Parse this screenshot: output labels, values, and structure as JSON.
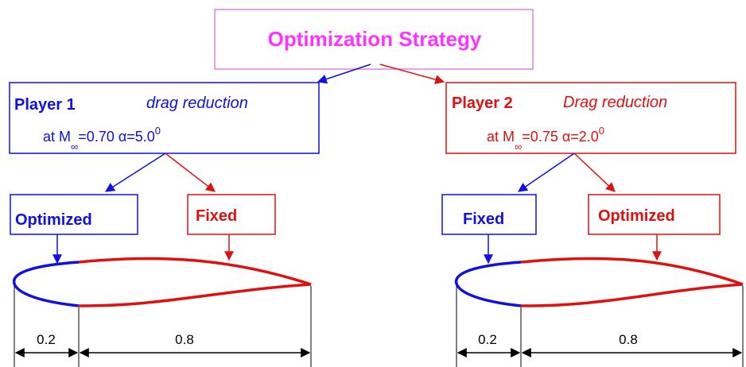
{
  "title": "Optimization Strategy",
  "colors": {
    "blue": "#1010e0",
    "red": "#e01010",
    "magenta": "#ff33ff",
    "box_border_title": "#e080e0",
    "black": "#000000"
  },
  "player1": {
    "name": "Player 1",
    "goal": "drag reduction",
    "cond_prefix": "at M",
    "cond_sub": "∞",
    "cond_value": "=0.70 α=5.0",
    "cond_sup": "0",
    "left_label": "Optimized",
    "right_label": "Fixed",
    "dim_front": "0.2",
    "dim_rear": "0.8"
  },
  "player2": {
    "name": "Player 2",
    "goal": "Drag reduction",
    "cond_prefix": "at M",
    "cond_sub": "∞",
    "cond_value": "=0.75 α=2.0",
    "cond_sup": "0",
    "left_label": "Fixed",
    "right_label": "Optimized",
    "dim_front": "0.2",
    "dim_rear": "0.8"
  }
}
